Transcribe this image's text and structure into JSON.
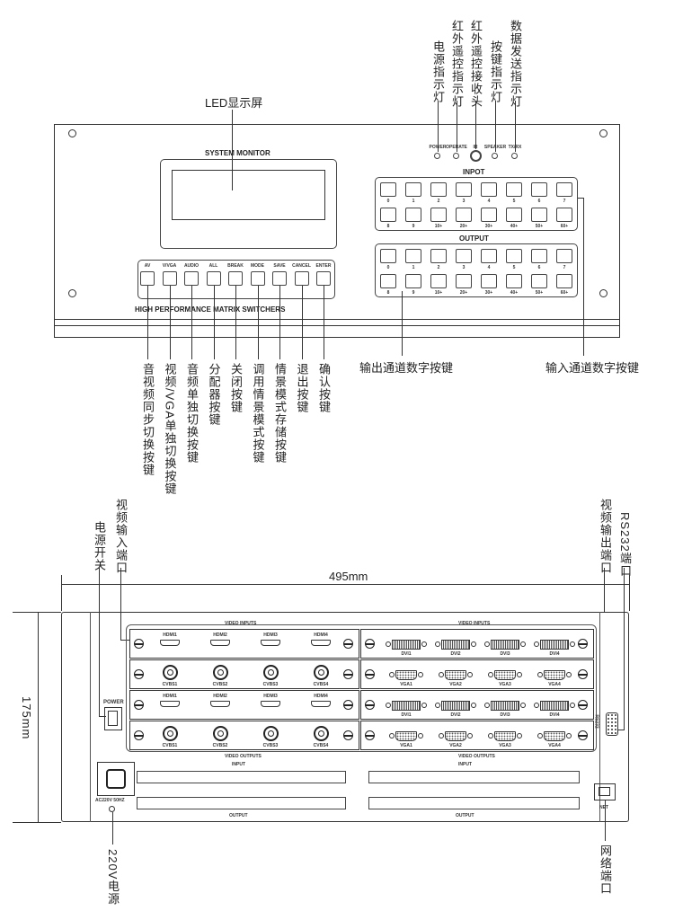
{
  "front": {
    "led_display_label": "LED显示屏",
    "system_monitor": "SYSTEM MONITOR",
    "brand_text": "HIGH PERFORMANCE MATRIX SWITCHERS",
    "indicators": [
      "POWER",
      "OPERATE",
      "IR",
      "SPEAKER",
      "TX/RX"
    ],
    "indicator_callouts": [
      "电源指示灯",
      "红外遥控指示灯",
      "红外遥控接收头",
      "按键指示灯",
      "数据发送指示灯"
    ],
    "input_title": "INPOT",
    "output_title": "OUTPUT",
    "number_row1": [
      "0",
      "1",
      "2",
      "3",
      "4",
      "5",
      "6",
      "7"
    ],
    "number_row2": [
      "8",
      "9",
      "10+",
      "20+",
      "30+",
      "40+",
      "50+",
      "60+"
    ],
    "function_buttons": [
      "AV",
      "V/VGA",
      "AUDIO",
      "ALL",
      "BREAK",
      "MODE",
      "SAVE",
      "CANCEL",
      "ENTER"
    ],
    "function_callouts": [
      "音视频同步切换按键",
      "视频/VGA单独切换按键",
      "音频单独切换按键",
      "分配器按键",
      "关闭按键",
      "调用情景模式按键",
      "情景模式存储按键",
      "退出按键",
      "确认按键"
    ],
    "output_keys_callout": "输出通道数字按键",
    "input_keys_callout": "输入通道数字按键"
  },
  "rear": {
    "width_dim": "495mm",
    "height_dim": "175mm",
    "callouts": {
      "power_switch": "电源开关",
      "video_in": "视频输入端口",
      "video_out": "视频输出端口",
      "rs232": "RS232端口",
      "power_220": "220V电源",
      "net": "网络端口"
    },
    "video_inputs": "VIDEO INPUTS",
    "video_outputs": "VIDEO OUTPUTS",
    "power_label": "POWER",
    "ac_label": "AC220V  50HZ",
    "rs232_label": "RS232",
    "net_label": "NET",
    "slot_input": "INPUT",
    "slot_output": "OUTPUT",
    "hdmi": [
      "HDMI1",
      "HDMI2",
      "HDMI3",
      "HDMI4"
    ],
    "cvbs": [
      "CVBS1",
      "CVBS2",
      "CVBS3",
      "CVBS4"
    ],
    "dvi": [
      "DVI1",
      "DVI2",
      "DVI3",
      "DVI4"
    ],
    "vga": [
      "VGA1",
      "VGA2",
      "VGA3",
      "VGA4"
    ]
  }
}
